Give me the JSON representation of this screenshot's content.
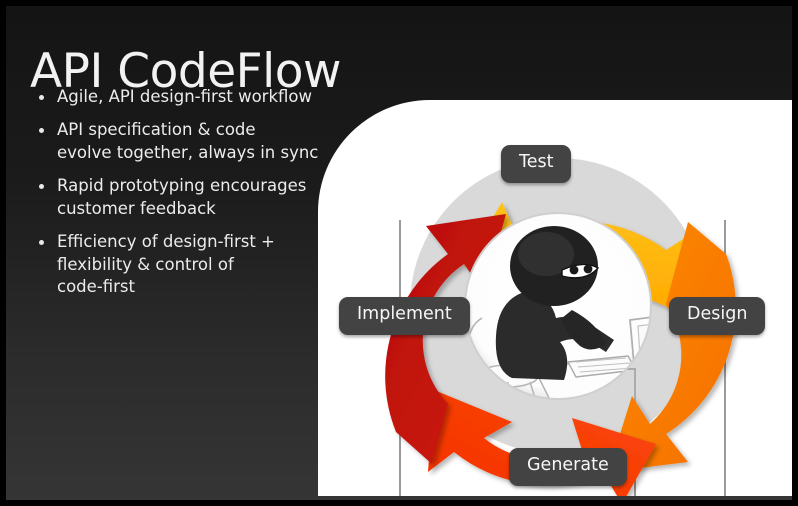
{
  "slide": {
    "title": "API CodeFlow",
    "bullets": [
      "Agile, API design-first workflow",
      "API specification & code\nevolve together, always in sync",
      "Rapid prototyping encourages\ncustomer feedback",
      "Efficiency of design-first +\nflexibility & control of\ncode-first"
    ]
  },
  "diagram": {
    "type": "cycle",
    "illustration": "ninja-at-computer-icon",
    "steps": [
      {
        "label": "Test",
        "position": "top",
        "color": "#FFB300"
      },
      {
        "label": "Design",
        "position": "right",
        "color": "#F97C00"
      },
      {
        "label": "Generate",
        "position": "bottom",
        "color": "#F93C05"
      },
      {
        "label": "Implement",
        "position": "left",
        "color": "#C41410"
      }
    ]
  },
  "colors": {
    "background_top": "#141414",
    "background_bottom": "#353535",
    "panel": "#ffffff",
    "label_bg": "#434343",
    "label_text": "#f6f6f6",
    "border": "#000000"
  }
}
